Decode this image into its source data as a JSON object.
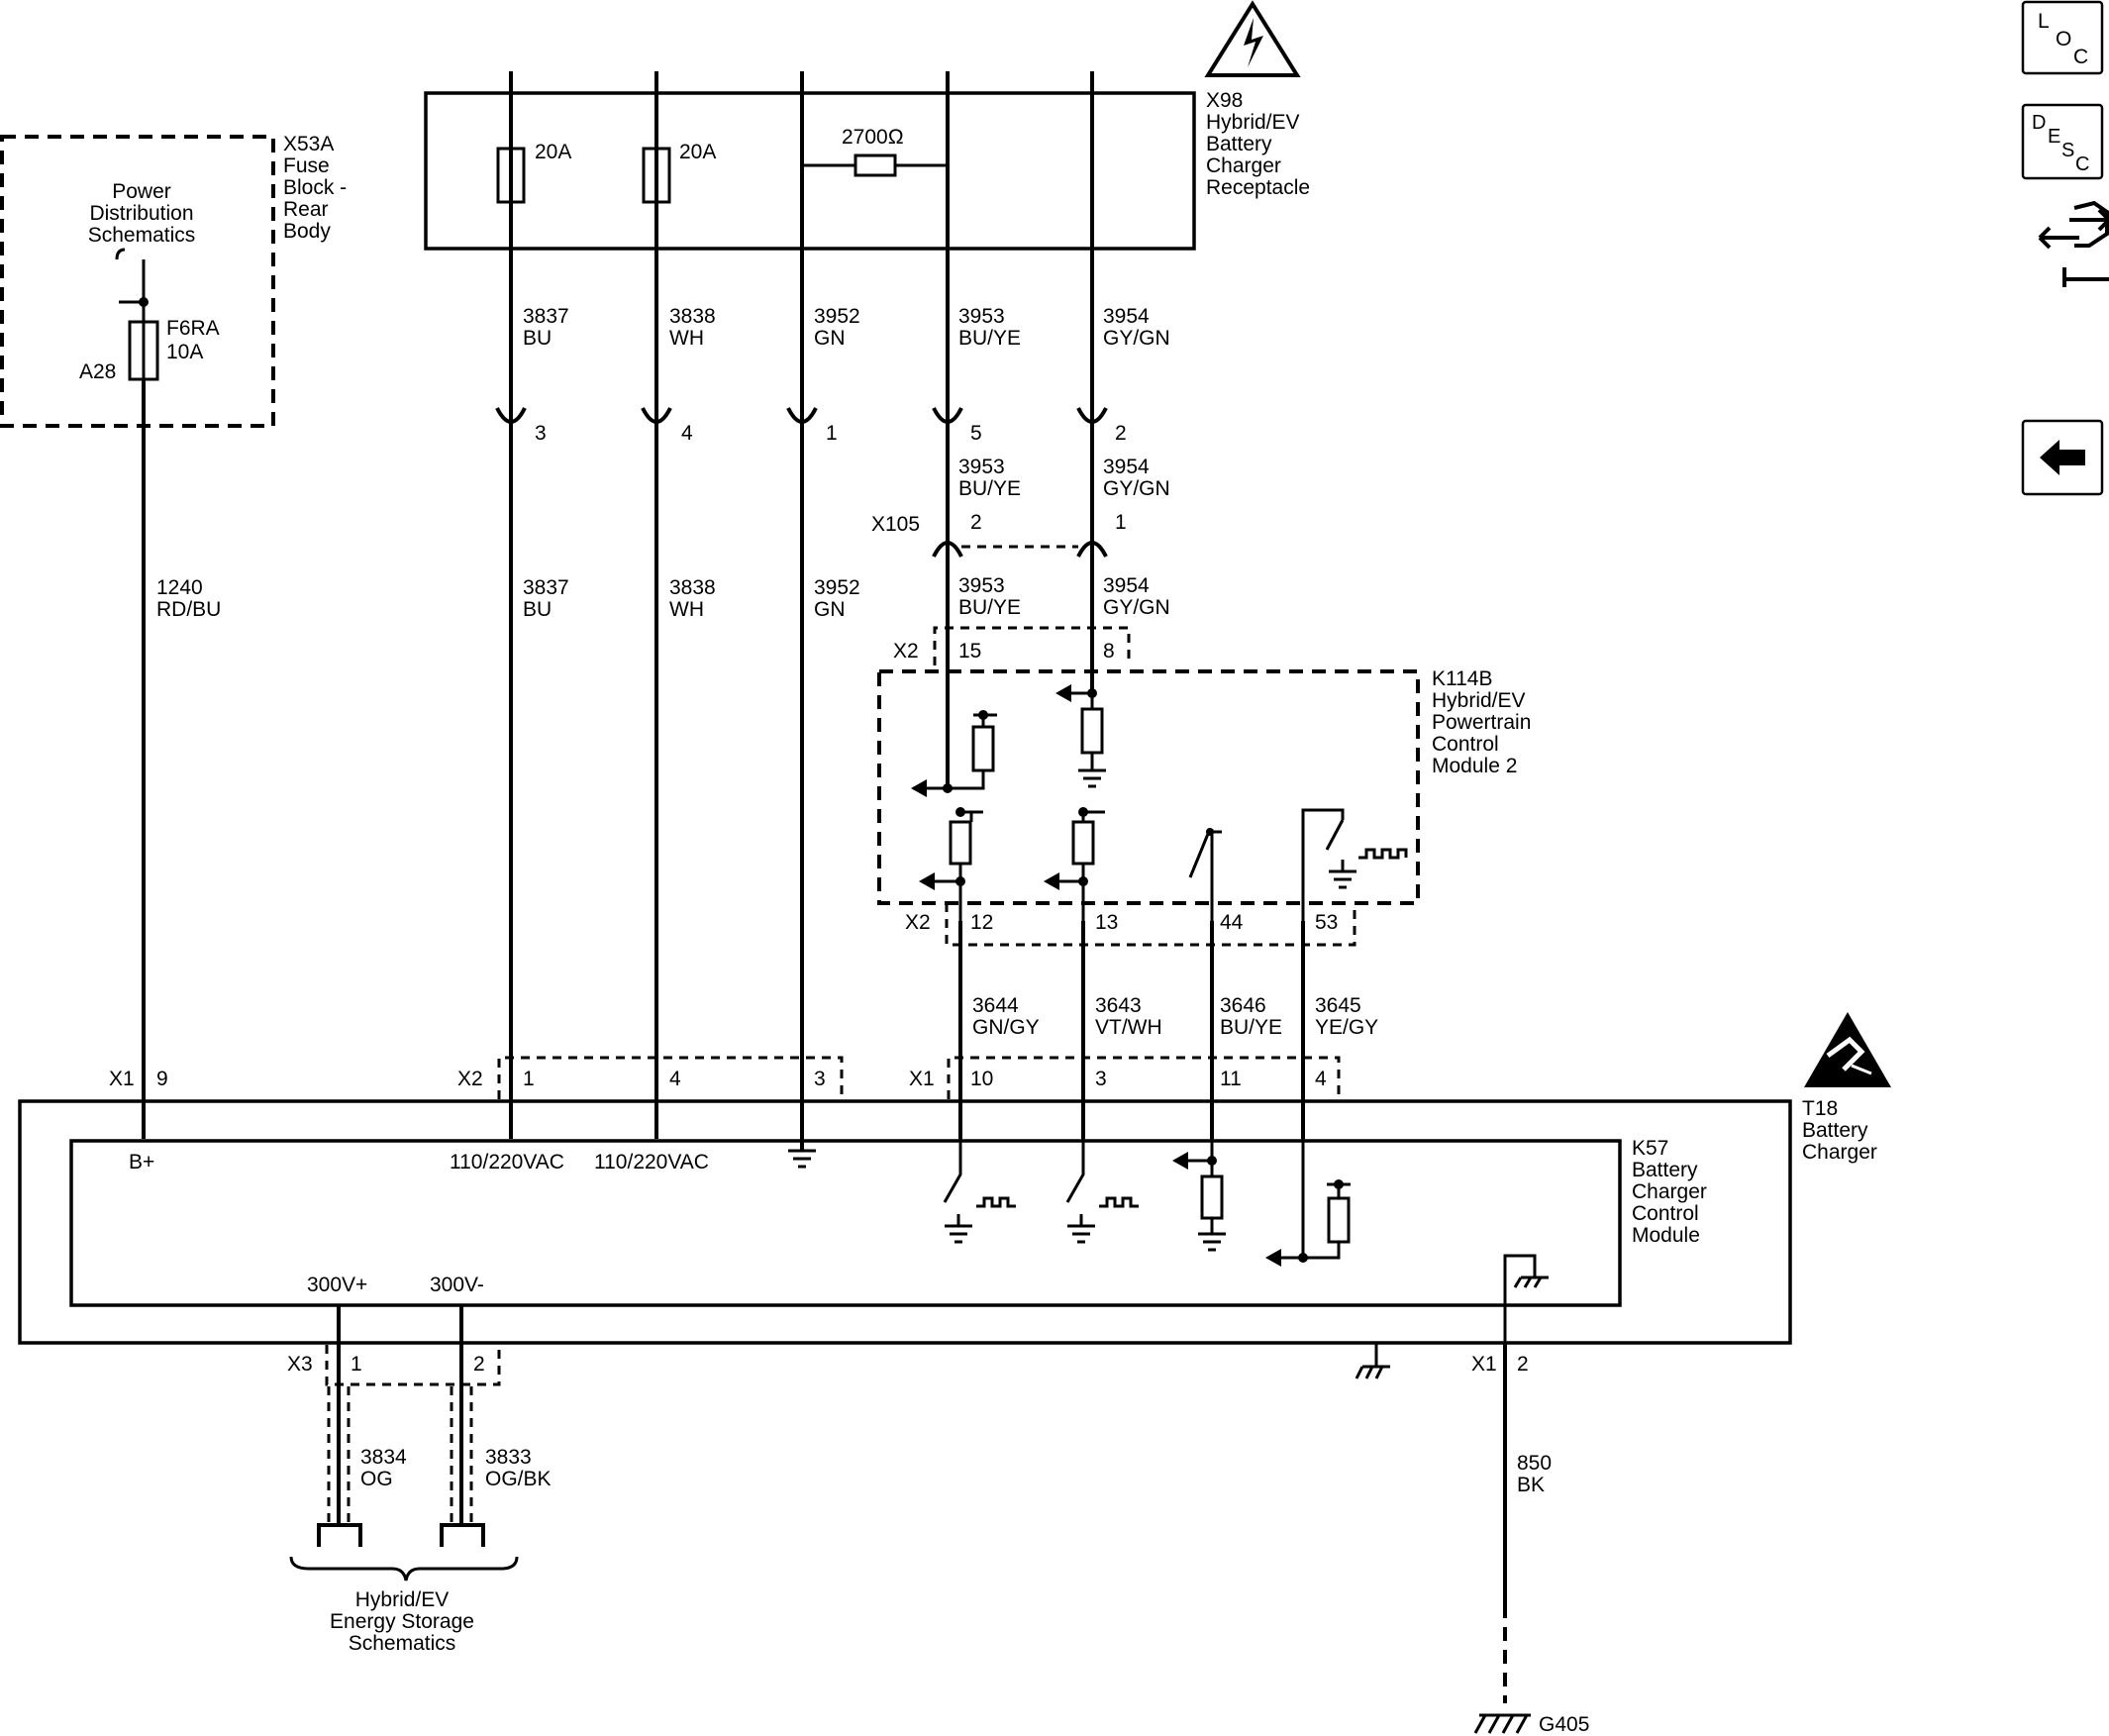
{
  "navigation": {
    "loc": {
      "l": "L",
      "o": "O",
      "c": "C"
    },
    "desc": {
      "d": "D",
      "e": "E",
      "s": "S",
      "c": "C"
    }
  },
  "components": {
    "x53a": {
      "line1": "X53A",
      "line2": "Fuse",
      "line3": "Block -",
      "line4": "Rear",
      "line5": "Body"
    },
    "power_dist": {
      "line1": "Power",
      "line2": "Distribution",
      "line3": "Schematics"
    },
    "fuse_f6ra": {
      "name": "F6RA",
      "rating": "10A",
      "pin": "A28"
    },
    "x98": {
      "line1": "X98",
      "line2": "Hybrid/EV",
      "line3": "Battery",
      "line4": "Charger",
      "line5": "Receptacle"
    },
    "fuse_20a_1": "20A",
    "fuse_20a_2": "20A",
    "resistor_2700": "2700Ω",
    "x105": "X105",
    "k114b": {
      "line1": "K114B",
      "line2": "Hybrid/EV",
      "line3": "Powertrain",
      "line4": "Control",
      "line5": "Module 2"
    },
    "t18": {
      "line1": "T18",
      "line2": "Battery",
      "line3": "Charger"
    },
    "k57": {
      "line1": "K57",
      "line2": "Battery",
      "line3": "Charger",
      "line4": "Control",
      "line5": "Module"
    },
    "energy_storage": {
      "line1": "Hybrid/EV",
      "line2": "Energy Storage",
      "line3": "Schematics"
    },
    "ground": "G405"
  },
  "pins": {
    "rx_3": "3",
    "rx_4": "4",
    "rx_1": "1",
    "rx_5": "5",
    "rx_2": "2",
    "x105_2": "2",
    "x105_1": "1",
    "x2_top": "X2",
    "x2_top_15": "15",
    "x2_top_8": "8",
    "x2_bot": "X2",
    "x2_bot_12": "12",
    "x2_bot_13": "13",
    "x2_bot_44": "44",
    "x2_bot_53": "53",
    "x1_left": "X1",
    "x1_9": "9",
    "x2_mid": "X2",
    "x2_1": "1",
    "x2_4": "4",
    "x2_3": "3",
    "x1_mid": "X1",
    "x1_10": "10",
    "x1_3": "3",
    "x1_11": "11",
    "x1_4": "4",
    "x3": "X3",
    "x3_1": "1",
    "x3_2": "2",
    "x1_right": "X1",
    "x1_2": "2"
  },
  "wires": {
    "w3837_top": {
      "num": "3837",
      "color": "BU"
    },
    "w3838_top": {
      "num": "3838",
      "color": "WH"
    },
    "w3952_top": {
      "num": "3952",
      "color": "GN"
    },
    "w3953_top": {
      "num": "3953",
      "color": "BU/YE"
    },
    "w3954_top": {
      "num": "3954",
      "color": "GY/GN"
    },
    "w3953_mid": {
      "num": "3953",
      "color": "BU/YE"
    },
    "w3954_mid": {
      "num": "3954",
      "color": "GY/GN"
    },
    "w3953_low": {
      "num": "3953",
      "color": "BU/YE"
    },
    "w3954_low": {
      "num": "3954",
      "color": "GY/GN"
    },
    "w1240": {
      "num": "1240",
      "color": "RD/BU"
    },
    "w3837_low": {
      "num": "3837",
      "color": "BU"
    },
    "w3838_low": {
      "num": "3838",
      "color": "WH"
    },
    "w3952_low": {
      "num": "3952",
      "color": "GN"
    },
    "w3644": {
      "num": "3644",
      "color": "GN/GY"
    },
    "w3643": {
      "num": "3643",
      "color": "VT/WH"
    },
    "w3646": {
      "num": "3646",
      "color": "BU/YE"
    },
    "w3645": {
      "num": "3645",
      "color": "YE/GY"
    },
    "w3834": {
      "num": "3834",
      "color": "OG"
    },
    "w3833": {
      "num": "3833",
      "color": "OG/BK"
    },
    "w850": {
      "num": "850",
      "color": "BK"
    }
  },
  "terminals": {
    "bplus": "B+",
    "ac1": "110/220VAC",
    "ac2": "110/220VAC",
    "v300p": "300V+",
    "v300m": "300V-"
  }
}
